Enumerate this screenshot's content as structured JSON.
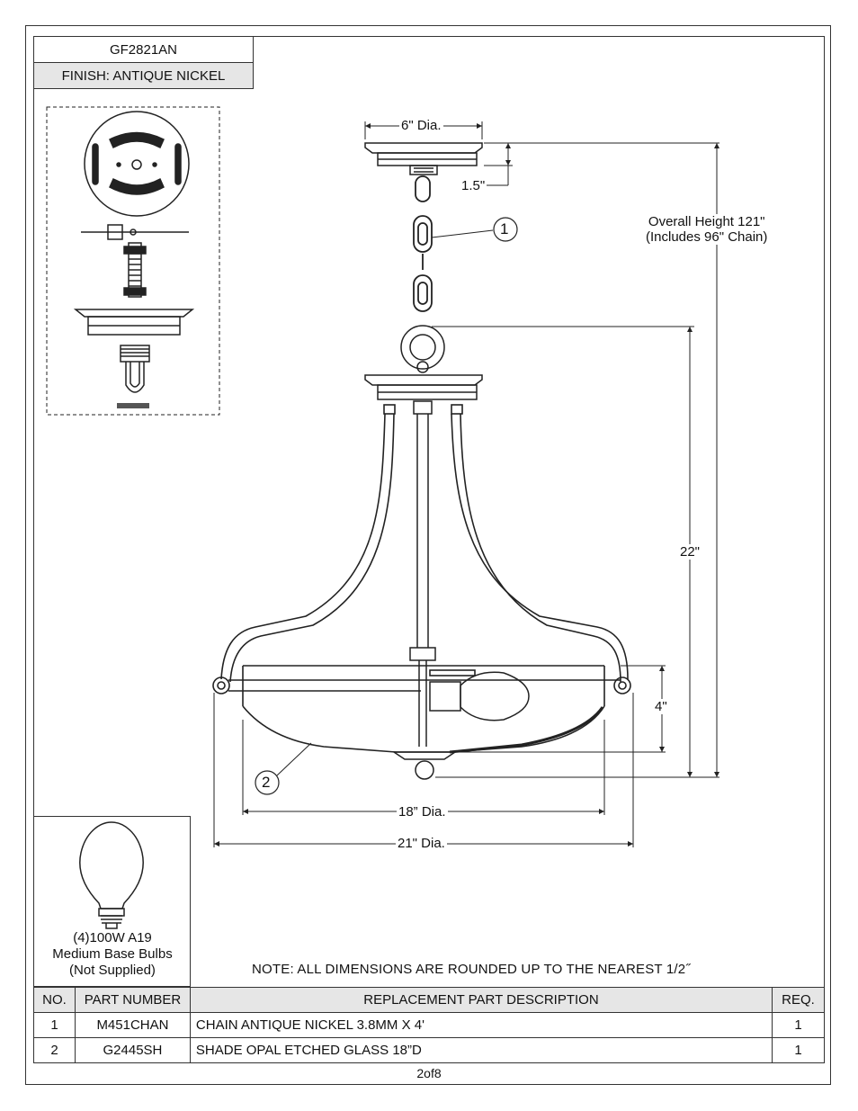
{
  "header": {
    "model": "GF2821AN",
    "finish": "FINISH: ANTIQUE NICKEL"
  },
  "dimensions": {
    "canopy_dia": "6\" Dia.",
    "canopy_height": "1.5\"",
    "overall_height_line1": "Overall Height 121\"",
    "overall_height_line2": "(Includes 96\" Chain)",
    "body_height": "22\"",
    "shade_height": "4\"",
    "shade_dia": "18” Dia.",
    "overall_dia": "21\" Dia."
  },
  "callouts": [
    "1",
    "2"
  ],
  "bulb": {
    "line1": "(4)100W A19",
    "line2": "Medium Base Bulbs",
    "line3": "(Not Supplied)"
  },
  "note": "NOTE:  ALL DIMENSIONS ARE ROUNDED UP TO THE NEAREST  1/2˝",
  "parts_table": {
    "headers": [
      "NO.",
      "PART NUMBER",
      "REPLACEMENT PART DESCRIPTION",
      "REQ."
    ],
    "rows": [
      {
        "no": "1",
        "part": "M451CHAN",
        "desc": "CHAIN ANTIQUE NICKEL 3.8MM X 4'",
        "req": "1"
      },
      {
        "no": "2",
        "part": "G2445SH",
        "desc": "SHADE OPAL ETCHED GLASS 18”D",
        "req": "1"
      }
    ]
  },
  "page": "2of8"
}
